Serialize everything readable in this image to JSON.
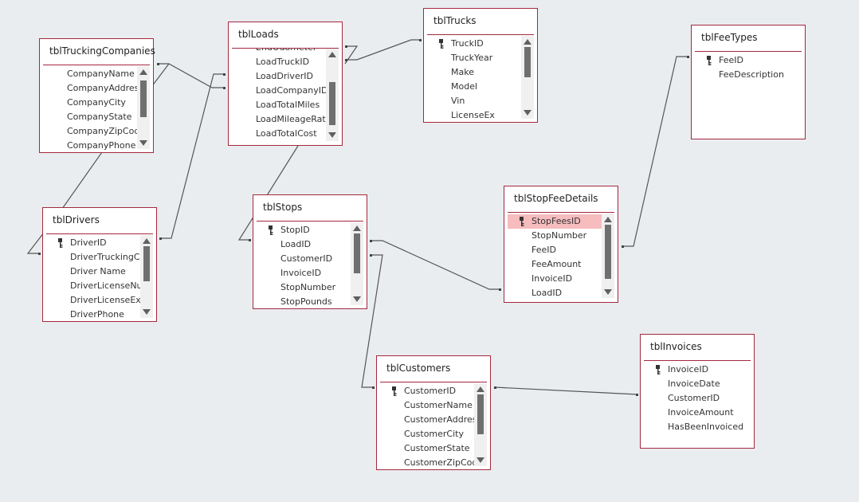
{
  "tables": {
    "trucking_companies": {
      "title": "tblTruckingCompanies",
      "fields": [
        "CompanyName",
        "CompanyAddress",
        "CompanyCity",
        "CompanyState",
        "CompanyZipCode",
        "CompanyPhone"
      ]
    },
    "loads": {
      "title": "tblLoads",
      "fields": [
        "EndOdometer",
        "LoadTruckID",
        "LoadDriverID",
        "LoadCompanyID",
        "LoadTotalMiles",
        "LoadMileageRate",
        "LoadTotalCost"
      ]
    },
    "trucks": {
      "title": "tblTrucks",
      "primary_key": "TruckID",
      "fields": [
        "TruckID",
        "TruckYear",
        "Make",
        "Model",
        "Vin",
        "LicenseEx"
      ]
    },
    "fee_types": {
      "title": "tblFeeTypes",
      "primary_key": "FeeID",
      "fields": [
        "FeeID",
        "FeeDescription"
      ]
    },
    "drivers": {
      "title": "tblDrivers",
      "primary_key": "DriverID",
      "fields": [
        "DriverID",
        "DriverTruckingCo",
        "Driver Name",
        "DriverLicenseNum",
        "DriverLicenseExpi",
        "DriverPhone"
      ]
    },
    "stops": {
      "title": "tblStops",
      "primary_key": "StopID",
      "fields": [
        "StopID",
        "LoadID",
        "CustomerID",
        "InvoiceID",
        "StopNumber",
        "StopPounds"
      ]
    },
    "stop_fee_details": {
      "title": "tblStopFeeDetails",
      "primary_key": "StopFeesID",
      "selected_field": "StopFeesID",
      "fields": [
        "StopFeesID",
        "StopNumber",
        "FeeID",
        "FeeAmount",
        "InvoiceID",
        "LoadID"
      ]
    },
    "customers": {
      "title": "tblCustomers",
      "primary_key": "CustomerID",
      "fields": [
        "CustomerID",
        "CustomerName",
        "CustomerAddress",
        "CustomerCity",
        "CustomerState",
        "CustomerZipCode"
      ]
    },
    "invoices": {
      "title": "tblInvoices",
      "primary_key": "InvoiceID",
      "fields": [
        "InvoiceID",
        "InvoiceDate",
        "CustomerID",
        "InvoiceAmount",
        "HasBeenInvoiced"
      ]
    }
  },
  "relationships": [
    {
      "from": "tblTruckingCompanies",
      "to": "tblLoads"
    },
    {
      "from": "tblTruckingCompanies",
      "to": "tblDrivers"
    },
    {
      "from": "tblDrivers",
      "to": "tblLoads"
    },
    {
      "from": "tblLoads",
      "to": "tblTrucks"
    },
    {
      "from": "tblLoads",
      "to": "tblStops"
    },
    {
      "from": "tblStops",
      "to": "tblStopFeeDetails"
    },
    {
      "from": "tblStops",
      "to": "tblCustomers"
    },
    {
      "from": "tblStopFeeDetails",
      "to": "tblFeeTypes"
    },
    {
      "from": "tblCustomers",
      "to": "tblInvoices"
    }
  ],
  "colors": {
    "border": "#a4283e",
    "selection": "#f6bcbe",
    "line": "#555555",
    "background": "#eaedf0"
  }
}
